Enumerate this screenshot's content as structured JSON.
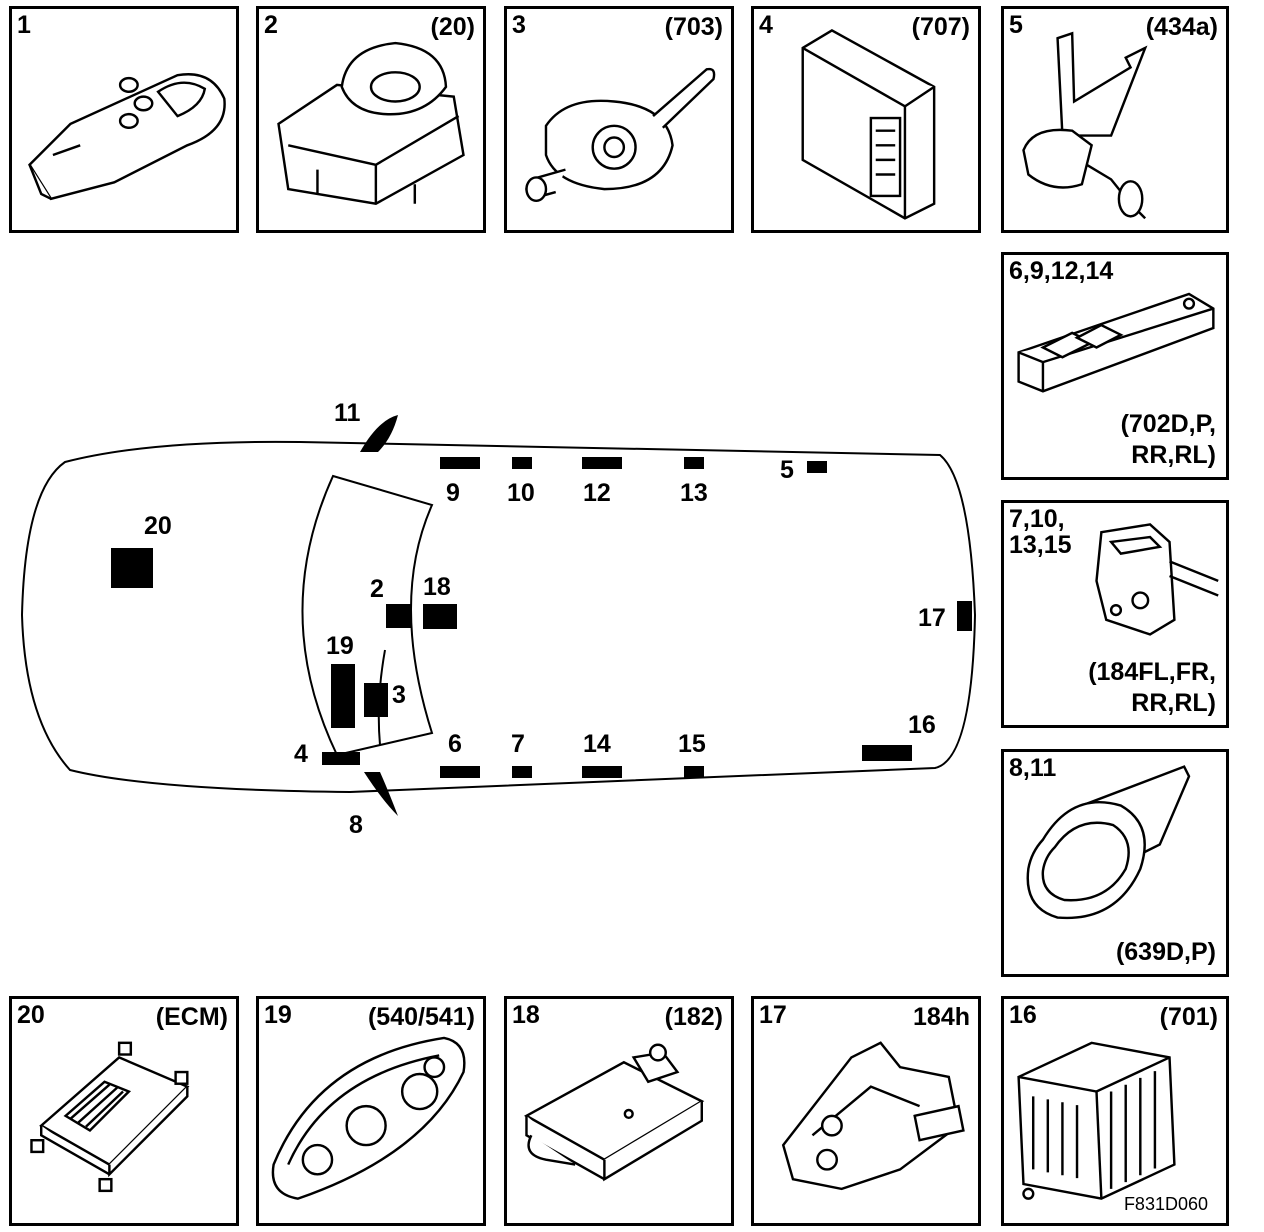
{
  "panels": {
    "p1": {
      "num": "1",
      "code": ""
    },
    "p2": {
      "num": "2",
      "code": "(20)"
    },
    "p3": {
      "num": "3",
      "code": "(703)"
    },
    "p4": {
      "num": "4",
      "code": "(707)"
    },
    "p5": {
      "num": "5",
      "code": "(434a)"
    },
    "p6": {
      "num": "6,9,12,14",
      "code": "(702D,P,\nRR,RL)"
    },
    "p7": {
      "num": "7,10,\n13,15",
      "code": "(184FL,FR,\nRR,RL)"
    },
    "p8": {
      "num": "8,11",
      "code": "(639D,P)"
    },
    "p20": {
      "num": "20",
      "code": "(ECM)"
    },
    "p19": {
      "num": "19",
      "code": "(540/541)"
    },
    "p18": {
      "num": "18",
      "code": "(182)"
    },
    "p17": {
      "num": "17",
      "code": "184h"
    },
    "p16": {
      "num": "16",
      "code": "(701)"
    }
  },
  "diagram_labels": {
    "l2": "2",
    "l3": "3",
    "l4": "4",
    "l5": "5",
    "l6": "6",
    "l7": "7",
    "l8": "8",
    "l9": "9",
    "l10": "10",
    "l11": "11",
    "l12": "12",
    "l13": "13",
    "l14": "14",
    "l15": "15",
    "l16": "16",
    "l17": "17",
    "l18": "18",
    "l19": "19",
    "l20": "20"
  },
  "figure_ref": "F831D060",
  "colors": {
    "line": "#000000",
    "background": "#ffffff"
  }
}
